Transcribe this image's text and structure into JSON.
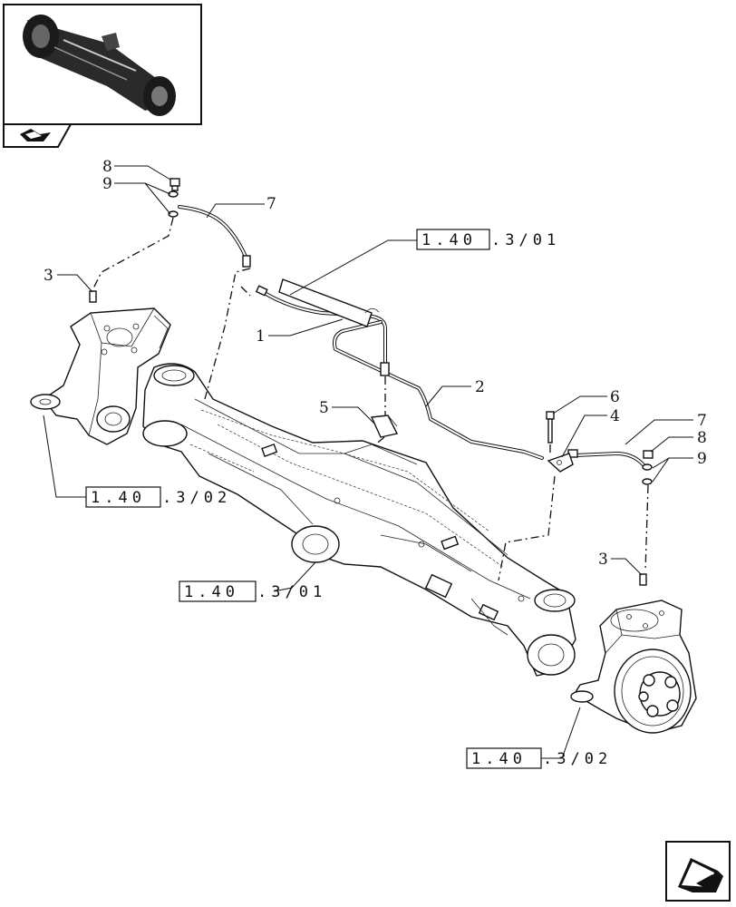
{
  "callouts": {
    "c1": "1",
    "c2": "2",
    "c3a": "3",
    "c3b": "3",
    "c4": "4",
    "c5": "5",
    "c6": "6",
    "c7a": "7",
    "c7b": "7",
    "c8a": "8",
    "c8b": "8",
    "c9a": "9",
    "c9b": "9"
  },
  "references": {
    "r1": {
      "boxed": "1.40",
      "rest": ".3/01"
    },
    "r2": {
      "boxed": "1.40",
      "rest": ".3/02"
    },
    "r3": {
      "boxed": "1.40",
      "rest": ".3/01"
    },
    "r4": {
      "boxed": "1.40",
      "rest": ".3/02"
    }
  },
  "icons": {
    "thumbnail": "axle-assembly-thumbnail",
    "nav_small": "back-arrow-icon",
    "nav_corner": "next-page-arrow-icon"
  }
}
